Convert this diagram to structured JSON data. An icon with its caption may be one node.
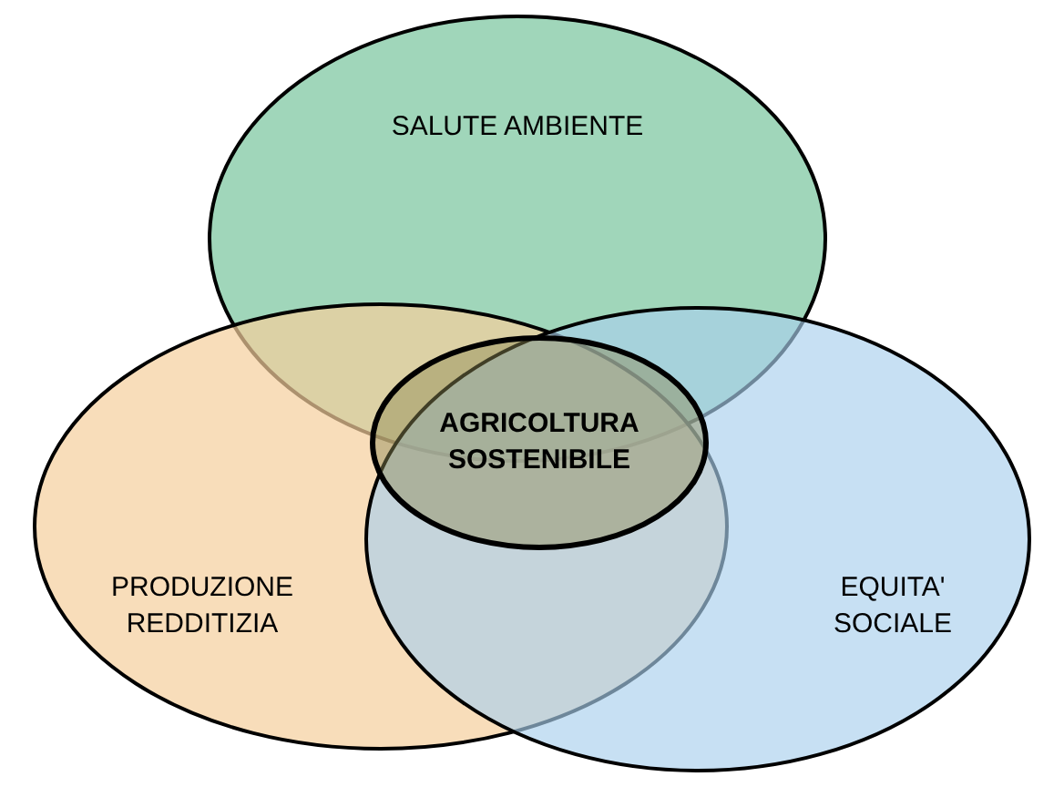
{
  "diagram": {
    "nodes": [
      {
        "text": [
          "SALUTE AMBIENTE"
        ]
      },
      {
        "text": [
          "PRODUZIONE REDDITIZIA"
        ]
      },
      {
        "text": [
          "EQUITA' SOCIALE"
        ]
      },
      {
        "text": [
          "AGRICOLTURA SOSTENIBILE"
        ]
      }
    ]
  }
}
